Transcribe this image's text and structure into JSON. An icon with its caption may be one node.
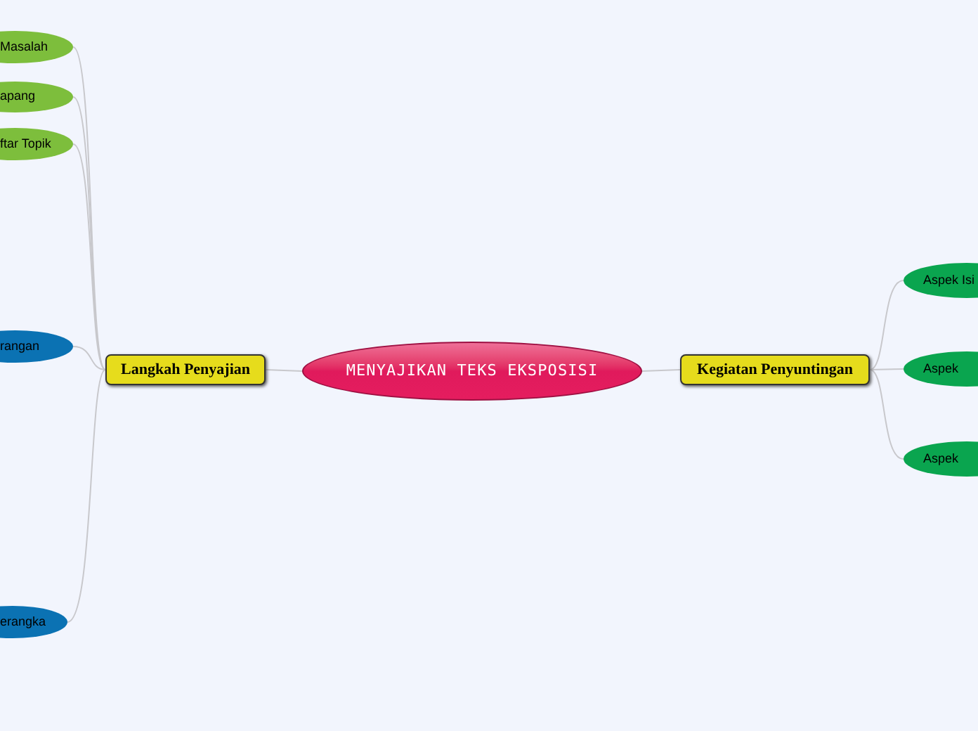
{
  "diagram": {
    "nodes": [
      {
        "text": [
          "MENYAJIKAN TEKS EKSPOSISI"
        ]
      },
      {
        "text": [
          "Langkah Penyajian"
        ]
      },
      {
        "text": [
          "Kegiatan Penyuntingan"
        ]
      },
      {
        "text": [
          "Masalah"
        ]
      },
      {
        "text": [
          "apang"
        ]
      },
      {
        "text": [
          "ftar Topik"
        ]
      },
      {
        "text": [
          "rangan"
        ]
      },
      {
        "text": [
          "erangka"
        ]
      },
      {
        "text": [
          "Aspek Isi"
        ]
      },
      {
        "text": [
          "Aspek"
        ]
      },
      {
        "text": [
          "Aspek"
        ]
      }
    ],
    "edges": [
      {
        "from": 0,
        "to": 1,
        "arrow": "none"
      },
      {
        "from": 0,
        "to": 2,
        "arrow": "none"
      },
      {
        "from": 1,
        "to": 3,
        "arrow": "none"
      },
      {
        "from": 1,
        "to": 4,
        "arrow": "none"
      },
      {
        "from": 1,
        "to": 5,
        "arrow": "none"
      },
      {
        "from": 1,
        "to": 6,
        "arrow": "none"
      },
      {
        "from": 1,
        "to": 7,
        "arrow": "none"
      },
      {
        "from": 2,
        "to": 8,
        "arrow": "none"
      },
      {
        "from": 2,
        "to": 9,
        "arrow": "none"
      },
      {
        "from": 2,
        "to": 10,
        "arrow": "none"
      }
    ]
  }
}
